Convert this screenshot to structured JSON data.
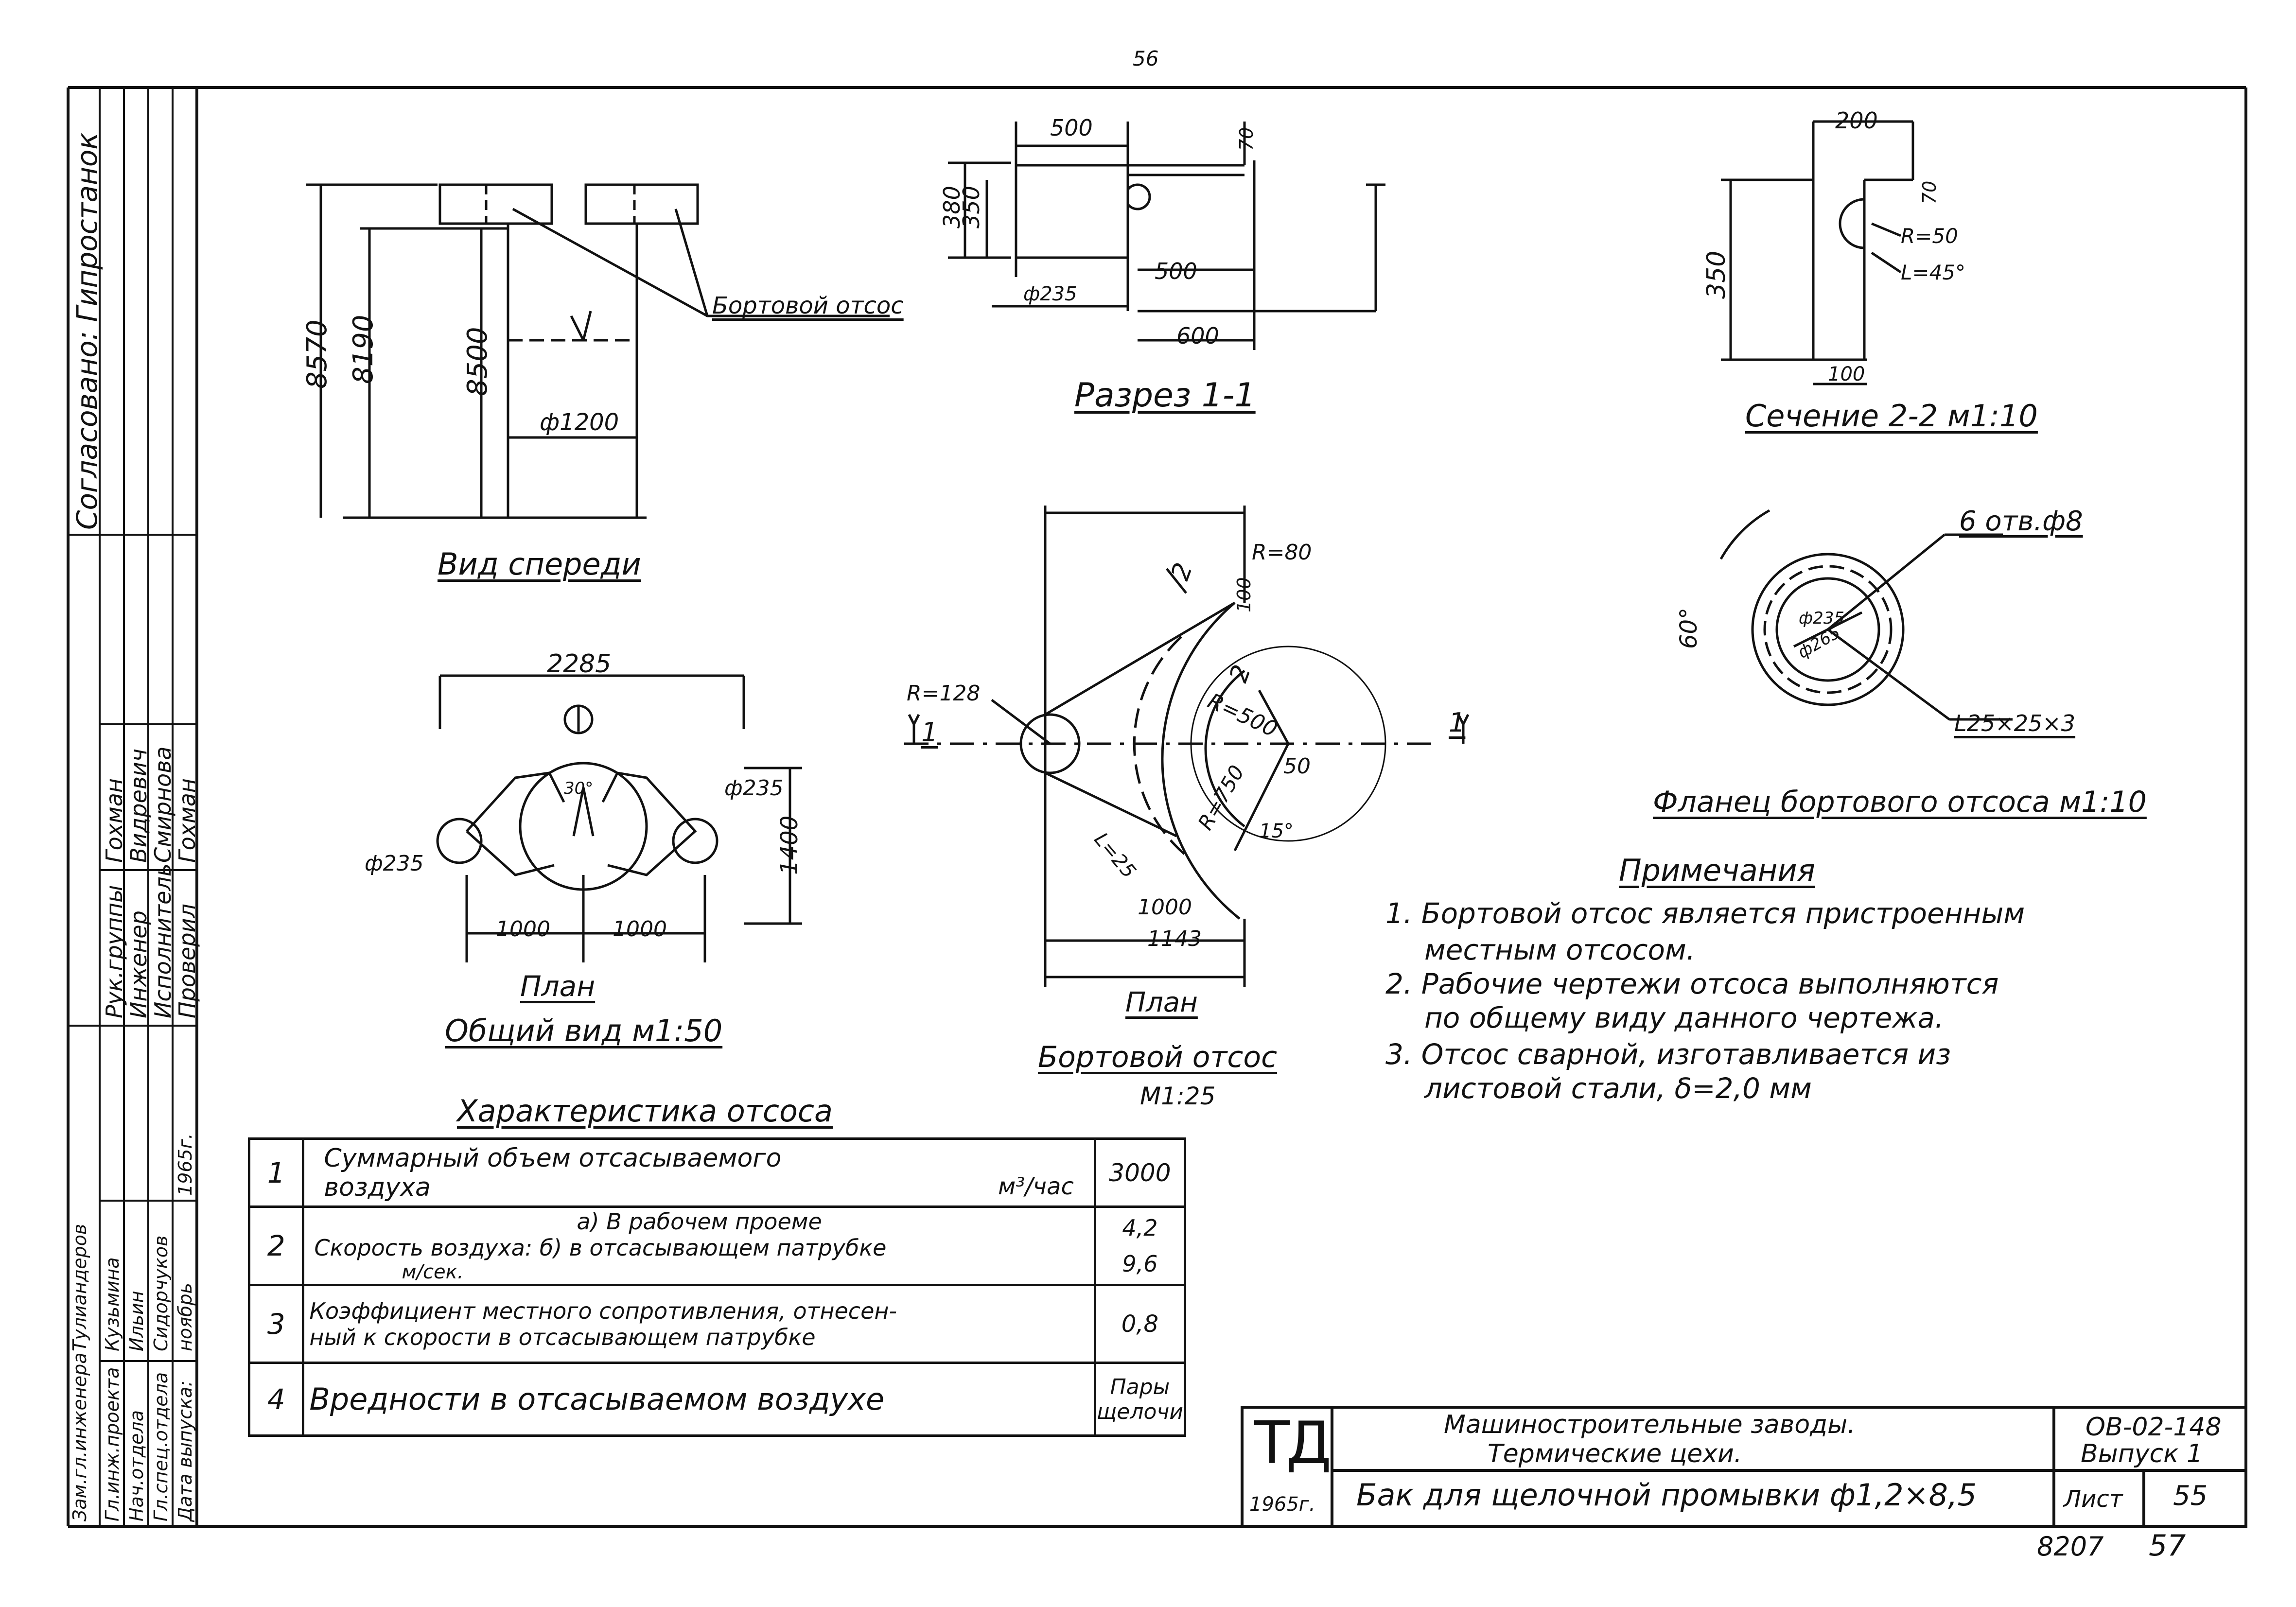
{
  "page_number": "56",
  "views": {
    "front": {
      "title": "Вид спереди",
      "dims": [
        "8570",
        "8190",
        "8500",
        "ф1200"
      ],
      "callout": "Бортовой отсос"
    },
    "section_1_1": {
      "title": "Разрез 1-1",
      "dims": [
        "500",
        "70",
        "380",
        "350",
        "500",
        "ф235",
        "600"
      ]
    },
    "section_2_2": {
      "title": "Сечение 2-2 м1:10",
      "dims": [
        "200",
        "70",
        "R=50",
        "L=45°",
        "350",
        "100"
      ]
    },
    "plan_general": {
      "dims": [
        "2285",
        "ф235",
        "ф235",
        "1400",
        "1000",
        "1000",
        "30°"
      ],
      "title1": "План",
      "title2": "Общий вид м1:50"
    },
    "plan_exhaust": {
      "dims": [
        "R=80",
        "100",
        "R=128",
        "R=500",
        "50",
        "R=750",
        "15°",
        "L=25",
        "1000",
        "1143"
      ],
      "section_marks": [
        "1",
        "1",
        "2",
        "2"
      ],
      "title1": "План",
      "title2": "Бортовой отсос",
      "scale": "М1:25"
    },
    "flange": {
      "holes": "6 отв.ф8",
      "angle": "60°",
      "dia_a": "ф235",
      "dia_b": "ф265",
      "angle_profile": "L25×25×3",
      "title": "Фланец бортового отсоса м1:10"
    }
  },
  "notes": {
    "title": "Примечания",
    "items": [
      "1. Бортовой отсос является пристроенным",
      "местным отсосом.",
      "2. Рабочие чертежи отсоса выполняются",
      "по общему виду данного чертежа.",
      "3. Отсос сварной, изготавливается из",
      "листовой стали, δ=2,0 мм"
    ]
  },
  "characteristics": {
    "title": "Характеристика отсоса",
    "rows": [
      {
        "num": "1",
        "text1": "Суммарный объем отсасываемого",
        "text2": "воздуха",
        "unit": "м³/час",
        "value": "3000"
      },
      {
        "num": "2",
        "text_a": "а) В рабочем проеме",
        "text_b": "Скорость воздуха: б) в отсасывающем патрубке",
        "unit": "м/сек.",
        "value_a": "4,2",
        "value_b": "9,6"
      },
      {
        "num": "3",
        "text1": "Коэффициент местного сопротивления, отнесен-",
        "text2": "ный к скорости в отсасывающем патрубке",
        "value": "0,8"
      },
      {
        "num": "4",
        "text1": "Вредности в отсасываемом воздухе",
        "value1": "Пары",
        "value2": "щелочи"
      }
    ]
  },
  "title_block": {
    "logo": "ТД",
    "year": "1965г.",
    "org1": "Машиностроительные заводы.",
    "org2": "Термические цехи.",
    "name": "Бак для щелочной промывки ф1,2×8,5",
    "code": "ОВ-02-148",
    "issue": "Выпуск 1",
    "sheet_label": "Лист",
    "sheet": "55",
    "bottom_left": "8207",
    "bottom_right": "57"
  },
  "side_stamp": {
    "approved": "Согласовано: Гипростанок",
    "approved_sig1": "",
    "roles": [
      "Рук.группы",
      "Инженер",
      "Исполнитель",
      "Проверил"
    ],
    "names": [
      "Гохман",
      "Видревич",
      "Смирнова",
      "Гохман"
    ],
    "roles2": [
      "Зам.гл.инженера",
      "Гл.инж.проекта",
      "Нач.отдела",
      "Гл.спец.отдела",
      "Дата выпуска:"
    ],
    "names2": [
      "Тулиандеров",
      "Кузьмина",
      "Ильин",
      "Сидорчуков",
      "ноябрь"
    ],
    "year_short": "1965г."
  }
}
